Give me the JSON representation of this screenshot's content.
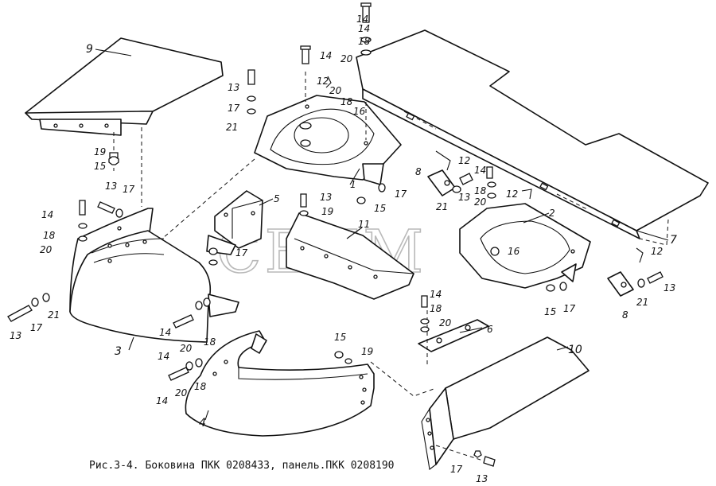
{
  "watermark": "СЕЛМ",
  "caption": "Рис.3-4. Боковина ПКК 0208433, панель.ПКК 0208190",
  "callouts": [
    {
      "id": "c9",
      "text": "9"
    },
    {
      "id": "c19a",
      "text": "19"
    },
    {
      "id": "c15a",
      "text": "15"
    },
    {
      "id": "c13a",
      "text": "13"
    },
    {
      "id": "c14a",
      "text": "14"
    },
    {
      "id": "c17a",
      "text": "17"
    },
    {
      "id": "c21a",
      "text": "21"
    },
    {
      "id": "c14b",
      "text": "14"
    },
    {
      "id": "c13b",
      "text": "13"
    },
    {
      "id": "c17b",
      "text": "17"
    },
    {
      "id": "c18a",
      "text": "18"
    },
    {
      "id": "c20a",
      "text": "20"
    },
    {
      "id": "c14c",
      "text": "14"
    },
    {
      "id": "c12a",
      "text": "12"
    },
    {
      "id": "c20b",
      "text": "20"
    },
    {
      "id": "c18b",
      "text": "18"
    },
    {
      "id": "c16a",
      "text": "16"
    },
    {
      "id": "c14d",
      "text": "14"
    },
    {
      "id": "c18c",
      "text": "18"
    },
    {
      "id": "c20c",
      "text": "20"
    },
    {
      "id": "c1",
      "text": "1"
    },
    {
      "id": "c17c",
      "text": "17"
    },
    {
      "id": "c5",
      "text": "5"
    },
    {
      "id": "c13c",
      "text": "13"
    },
    {
      "id": "c19b",
      "text": "19"
    },
    {
      "id": "c15b",
      "text": "15"
    },
    {
      "id": "c11",
      "text": "11"
    },
    {
      "id": "c17d",
      "text": "17"
    },
    {
      "id": "c12b",
      "text": "12"
    },
    {
      "id": "c8a",
      "text": "8"
    },
    {
      "id": "c21b",
      "text": "21"
    },
    {
      "id": "c13d",
      "text": "13"
    },
    {
      "id": "c14e",
      "text": "14"
    },
    {
      "id": "c18d",
      "text": "18"
    },
    {
      "id": "c20d",
      "text": "20"
    },
    {
      "id": "c12c",
      "text": "12"
    },
    {
      "id": "c2",
      "text": "2"
    },
    {
      "id": "c16b",
      "text": "16"
    },
    {
      "id": "c7",
      "text": "7"
    },
    {
      "id": "c12d",
      "text": "12"
    },
    {
      "id": "c13e",
      "text": "13"
    },
    {
      "id": "c21c",
      "text": "21"
    },
    {
      "id": "c8b",
      "text": "8"
    },
    {
      "id": "c15c",
      "text": "15"
    },
    {
      "id": "c17e",
      "text": "17"
    },
    {
      "id": "c14f",
      "text": "14"
    },
    {
      "id": "c18e",
      "text": "18"
    },
    {
      "id": "c20e",
      "text": "20"
    },
    {
      "id": "c6",
      "text": "6"
    },
    {
      "id": "c3",
      "text": "3"
    },
    {
      "id": "c14g",
      "text": "14"
    },
    {
      "id": "c20f",
      "text": "20"
    },
    {
      "id": "c18f",
      "text": "18"
    },
    {
      "id": "c15d",
      "text": "15"
    },
    {
      "id": "c19c",
      "text": "19"
    },
    {
      "id": "c14h",
      "text": "14"
    },
    {
      "id": "c20g",
      "text": "20"
    },
    {
      "id": "c18g",
      "text": "18"
    },
    {
      "id": "c4",
      "text": "4"
    },
    {
      "id": "c10",
      "text": "10"
    },
    {
      "id": "c17f",
      "text": "17"
    },
    {
      "id": "c13f",
      "text": "13"
    }
  ]
}
